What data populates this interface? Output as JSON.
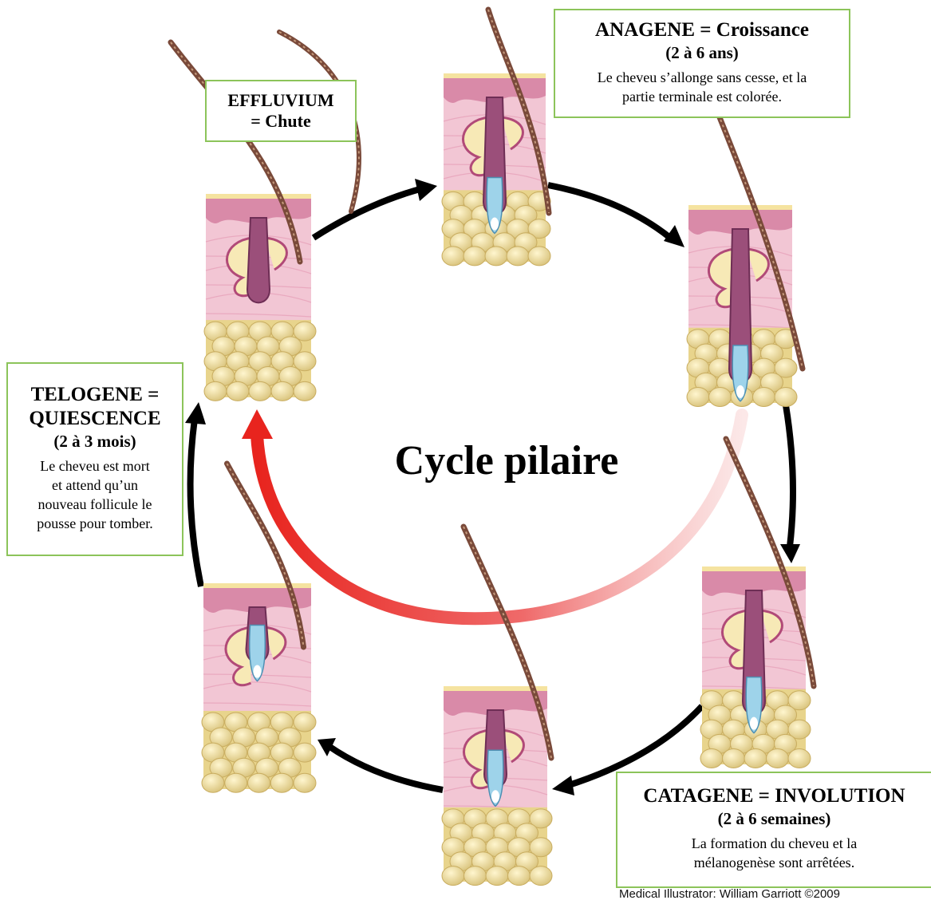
{
  "diagram": {
    "center_title": "Cycle pilaire",
    "phases": {
      "effluvium": {
        "title_line1": "EFFLUVIUM",
        "title_line2": "= Chute"
      },
      "anagene": {
        "title": "ANAGENE = Croissance",
        "duration": "(2 à 6 ans)",
        "desc_line1": "Le cheveu s’allonge sans cesse, et la",
        "desc_line2": "partie terminale est colorée."
      },
      "catagene": {
        "title": "CATAGENE = INVOLUTION",
        "duration": "(2 à 6 semaines)",
        "desc_line1": "La formation du cheveu et la",
        "desc_line2": "mélanogenèse sont arrêtées."
      },
      "telogene": {
        "title_line1": "TELOGENE =",
        "title_line2": "QUIESCENCE",
        "duration": "(2 à 3 mois)",
        "desc_line1": "Le cheveu est mort",
        "desc_line2": "et attend qu’un",
        "desc_line3": "nouveau follicule le",
        "desc_line4": "pousse pour tomber."
      }
    },
    "credit": "Medical Illustrator: William Garriott  ©2009",
    "colors": {
      "box_border": "#8cc45a",
      "arrow": "#000000",
      "cycle_arrow": "#e02020",
      "skin": "#f2c6d4",
      "epidermis": "#d98aa8",
      "fat": "#eedd9c",
      "hair": "#7a4a3a"
    }
  }
}
